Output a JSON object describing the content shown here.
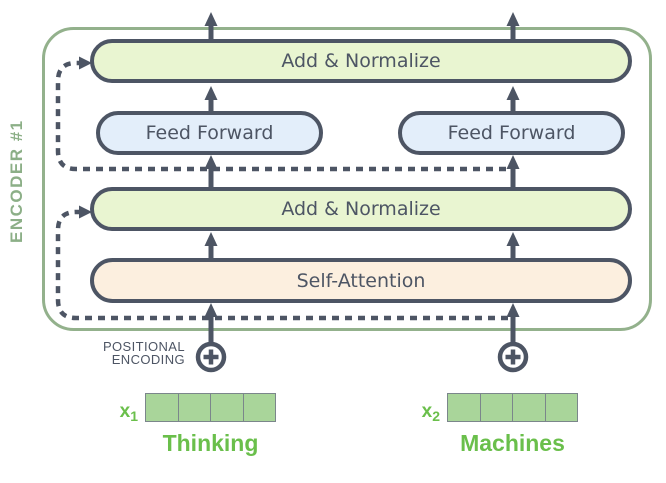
{
  "encoder": {
    "label": "ENCODER #1",
    "layers": {
      "add_normalize_top": "Add & Normalize",
      "feed_forward_left": "Feed Forward",
      "feed_forward_right": "Feed Forward",
      "add_normalize_middle": "Add & Normalize",
      "self_attention": "Self-Attention"
    }
  },
  "positional_encoding": {
    "line1": "POSITIONAL",
    "line2": "ENCODING",
    "icon": "plus-circle"
  },
  "tokens": [
    {
      "vector": "x",
      "subscript": "1",
      "word": "Thinking",
      "cells": 4
    },
    {
      "vector": "x",
      "subscript": "2",
      "word": "Machines",
      "cells": 4
    }
  ],
  "colors": {
    "outline_green": "#93b18c",
    "encoder_label_green": "#8caf87",
    "token_green": "#6abf4b",
    "vector_fill": "#a9d59a",
    "vector_border": "#7b868b",
    "add_normalize_fill": "#e9f5d1",
    "feed_forward_fill": "#e3eefa",
    "self_attention_fill": "#fcefdf",
    "slate": "#4d5564"
  }
}
